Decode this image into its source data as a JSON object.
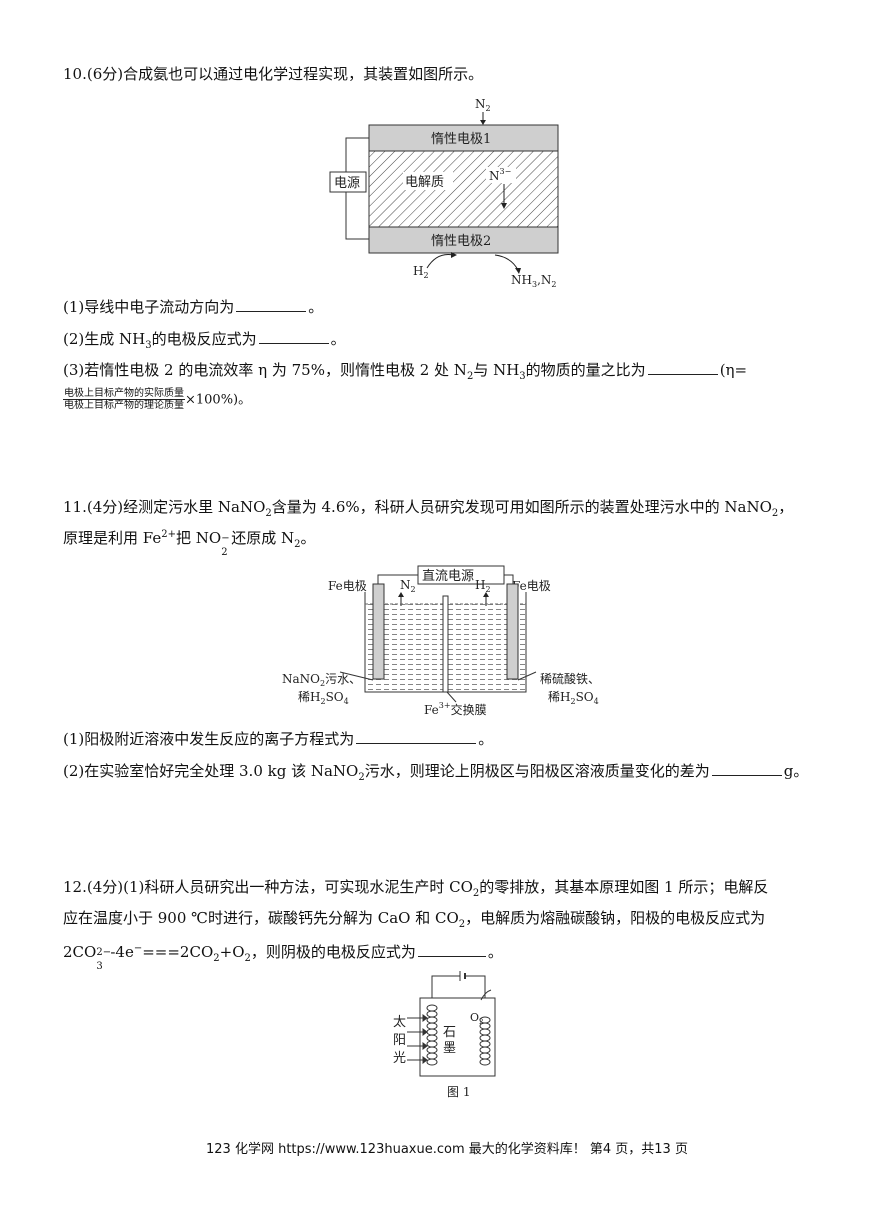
{
  "q10": {
    "stem": "10.(6分)合成氨也可以通过电化学过程实现，其装置如图所示。",
    "fig": {
      "n2": "N",
      "n2_sub": "2",
      "electrode1": "惰性电极1",
      "electrode2": "惰性电极2",
      "power": "电源",
      "electrolyte": "电解质",
      "ion": "N",
      "ion_sup": "3−",
      "h2": "H",
      "h2_sub": "2",
      "products": "NH",
      "products_sub": "3",
      "products_rest": ",N",
      "products_sub2": "2"
    },
    "p1": "(1)导线中电子流动方向为",
    "p2a": "(2)生成 NH",
    "p2b": "3",
    "p2c": "的电极反应式为",
    "p3a": "(3)若惰性电极 2 的电流效率 η 为 75%，则惰性电极 2 处 N",
    "p3b": "2",
    "p3c": "与 NH",
    "p3d": "3",
    "p3e": "的物质的量之比为",
    "p3f": "(η=",
    "frac_num": "电极上目标产物的实际质量",
    "frac_den": "电极上目标产物的理论质量",
    "frac_tail": "×100%)。",
    "end": "。"
  },
  "q11": {
    "stem_a": "11.(4分)经测定污水里 NaNO",
    "stem_b": "2",
    "stem_c": "含量为 4.6%，科研人员研究发现可用如图所示的装置处理污水中的 NaNO",
    "stem_d": "2",
    "stem_e": "，",
    "stem2_a": "原理是利用 Fe",
    "stem2_b": "2+",
    "stem2_c": "把 NO",
    "stem2_d": "2",
    "stem2_e": "−",
    "stem2_f": "还原成 N",
    "stem2_g": "2",
    "stem2_h": "。",
    "fig": {
      "left_electrode": "Fe电极",
      "right_electrode": "Fe电极",
      "power": "直流电源",
      "n2": "N",
      "n2_sub": "2",
      "h2": "H",
      "h2_sub": "2",
      "left_sol1": "NaNO",
      "left_sol1_sub": "2",
      "left_sol1_rest": "污水、",
      "left_sol2": "稀H",
      "left_sol2_sub": "2",
      "left_sol2_rest": "SO",
      "left_sol2_sub2": "4",
      "right_sol1": "稀硫酸铁、",
      "right_sol2": "稀H",
      "right_sol2_sub": "2",
      "right_sol2_rest": "SO",
      "right_sol2_sub2": "4",
      "membrane": "Fe",
      "membrane_sup": "3+",
      "membrane_rest": "交换膜"
    },
    "p1": "(1)阳极附近溶液中发生反应的离子方程式为",
    "p2a": "(2)在实验室恰好完全处理 3.0 kg 该 NaNO",
    "p2b": "2",
    "p2c": "污水，则理论上阴极区与阳极区溶液质量变化的差为",
    "p2d": "g。",
    "end": "。"
  },
  "q12": {
    "l1a": "12.(4分)(1)科研人员研究出一种方法，可实现水泥生产时 CO",
    "l1b": "2",
    "l1c": "的零排放，其基本原理如图 1 所示；电解反",
    "l2a": "应在温度小于 900 ℃时进行，碳酸钙先分解为 CaO 和 CO",
    "l2b": "2",
    "l2c": "，电解质为熔融碳酸钠，阳极的电极反应式为",
    "l3a": "2CO",
    "l3b": "3",
    "l3c": "2−",
    "l3d": "-4e",
    "l3e": "−",
    "l3f": "===2CO",
    "l3g": "2",
    "l3h": "+O",
    "l3i": "2",
    "l3j": "，则阴极的电极反应式为",
    "l3k": "。",
    "fig": {
      "o2": "O",
      "o2_sub": "2",
      "sun1": "太",
      "sun2": "阳",
      "sun3": "光",
      "graphite1": "石",
      "graphite2": "墨",
      "caption": "图 1"
    }
  },
  "footer": "123 化学网 https://www.123huaxue.com 最大的化学资料库！  第4 页，共13 页"
}
